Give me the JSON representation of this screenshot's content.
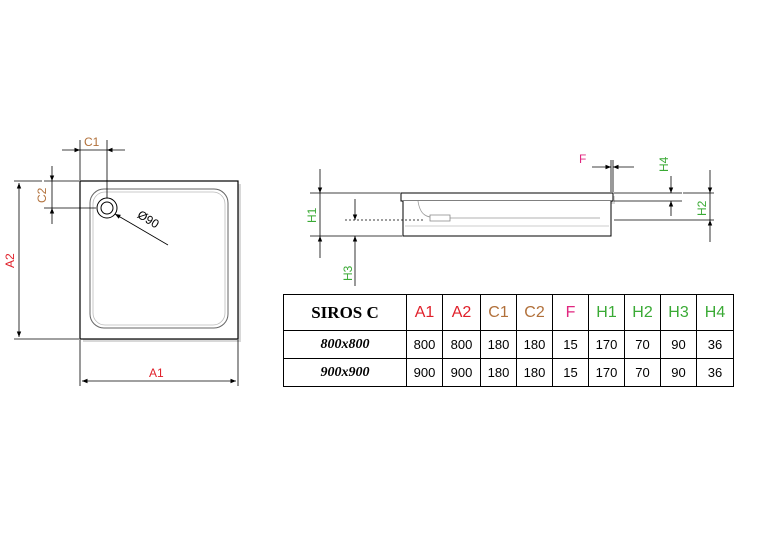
{
  "colors": {
    "red": "#e0202a",
    "brown": "#b1703a",
    "magenta": "#e0267f",
    "green": "#3aaa35",
    "line": "#000000",
    "shadow": "#d8d8d8"
  },
  "plan_view": {
    "labels": {
      "a1": "A1",
      "a2": "A2",
      "c1": "C1",
      "c2": "C2",
      "drain": "Ø90"
    }
  },
  "side_view": {
    "labels": {
      "f": "F",
      "h1": "H1",
      "h2": "H2",
      "h3": "H3",
      "h4": "H4"
    }
  },
  "table": {
    "model": "SIROS C",
    "headers": [
      {
        "label": "A1",
        "color": "#e0202a"
      },
      {
        "label": "A2",
        "color": "#e0202a"
      },
      {
        "label": "C1",
        "color": "#b1703a"
      },
      {
        "label": "C2",
        "color": "#b1703a"
      },
      {
        "label": "F",
        "color": "#e0267f"
      },
      {
        "label": "H1",
        "color": "#3aaa35"
      },
      {
        "label": "H2",
        "color": "#3aaa35"
      },
      {
        "label": "H3",
        "color": "#3aaa35"
      },
      {
        "label": "H4",
        "color": "#3aaa35"
      }
    ],
    "rows": [
      {
        "size": "800x800",
        "values": [
          "800",
          "800",
          "180",
          "180",
          "15",
          "170",
          "70",
          "90",
          "36"
        ]
      },
      {
        "size": "900x900",
        "values": [
          "900",
          "900",
          "180",
          "180",
          "15",
          "170",
          "70",
          "90",
          "36"
        ]
      }
    ]
  }
}
